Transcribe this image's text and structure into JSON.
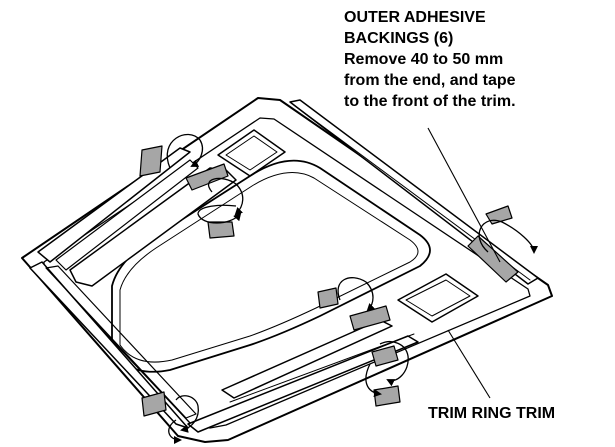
{
  "callouts": {
    "outer_adhesive": {
      "lines": [
        "OUTER ADHESIVE",
        "BACKINGS (6)",
        "Remove 40 to 50 mm",
        "from the end, and tape",
        "to the front of the trim."
      ]
    },
    "trim_ring": {
      "label": "TRIM RING TRIM"
    }
  },
  "colors": {
    "line": "#000000",
    "tape_backing": "#a6a6a6",
    "background": "#ffffff"
  }
}
